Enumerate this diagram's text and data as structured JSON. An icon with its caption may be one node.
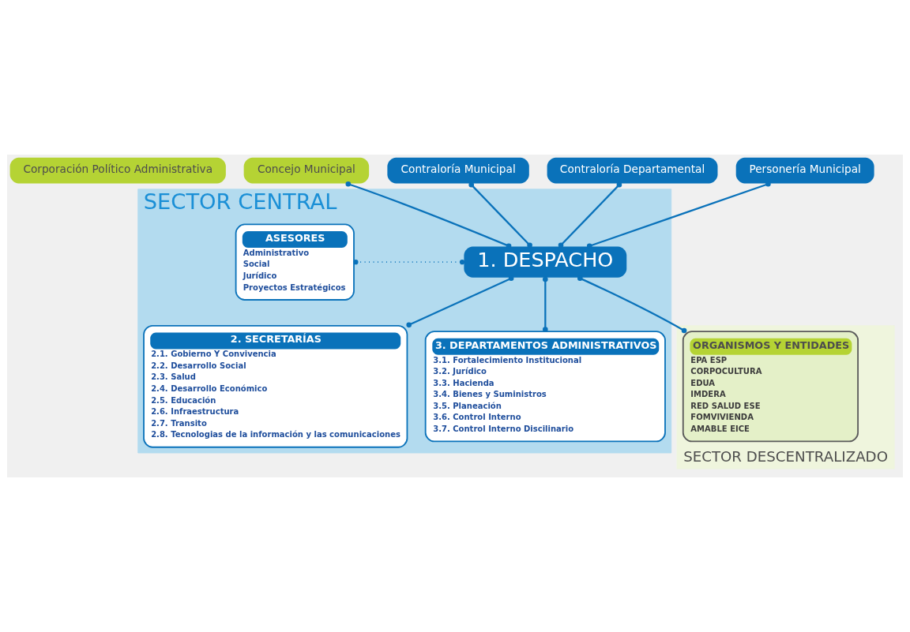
{
  "diagram": {
    "nodes": [
      {
        "text": [
          "Corporación Político Administrativa"
        ]
      },
      {
        "text": [
          "Concejo Municipal"
        ]
      },
      {
        "text": [
          "Contraloría Municipal"
        ]
      },
      {
        "text": [
          "Contraloría Departamental"
        ]
      },
      {
        "text": [
          "Personería Municipal"
        ]
      },
      {
        "text": [
          "SECTOR CENTRAL"
        ]
      },
      {
        "text": [
          "1. DESPACHO"
        ],
        "in": 5
      },
      {
        "text": [
          "ASESORES",
          "Administrativo",
          "Social",
          "Jurídico",
          "Proyectos Estratégicos"
        ],
        "in": 5
      },
      {
        "text": [
          "2. SECRETARÍAS",
          "2.1. Gobierno Y Convivencia",
          "2.2. Desarrollo Social",
          "2.3. Salud",
          "2.4. Desarrollo Económico",
          "2.5. Educación",
          "2.6. Infraestructura",
          "2.7. Transito",
          "2.8. Tecnologias de la información y las comunicaciones"
        ],
        "in": 5
      },
      {
        "text": [
          "3. DEPARTAMENTOS ADMINISTRATIVOS",
          "3.1. Fortalecimiento Institucional",
          "3.2. Jurídico",
          "3.3. Hacienda",
          "3.4. Bienes y Suministros",
          "3.5. Planeación",
          "3.6. Control Interno",
          "3.7. Control Interno Discilinario"
        ],
        "in": 5
      },
      {
        "text": [
          "SECTOR DESCENTRALIZADO"
        ]
      },
      {
        "text": [
          "ORGANISMOS Y ENTIDADES",
          "EPA ESP",
          "CORPOCULTURA",
          "EDUA",
          "IMDERA",
          "RED SALUD ESE",
          "FOMVIVIENDA",
          "AMABLE EICE"
        ],
        "in": 10
      }
    ],
    "edges": [
      {
        "from": 1,
        "to": 6,
        "arrow": "other"
      },
      {
        "from": 2,
        "to": 6,
        "arrow": "other"
      },
      {
        "from": 3,
        "to": 6,
        "arrow": "other"
      },
      {
        "from": 4,
        "to": 6,
        "arrow": "other"
      },
      {
        "from": 6,
        "to": 7,
        "arrow": "other",
        "style": "dashed"
      },
      {
        "from": 6,
        "to": 8,
        "arrow": "other"
      },
      {
        "from": 6,
        "to": 9,
        "arrow": "other"
      },
      {
        "from": 6,
        "to": 11,
        "arrow": "other"
      }
    ]
  }
}
